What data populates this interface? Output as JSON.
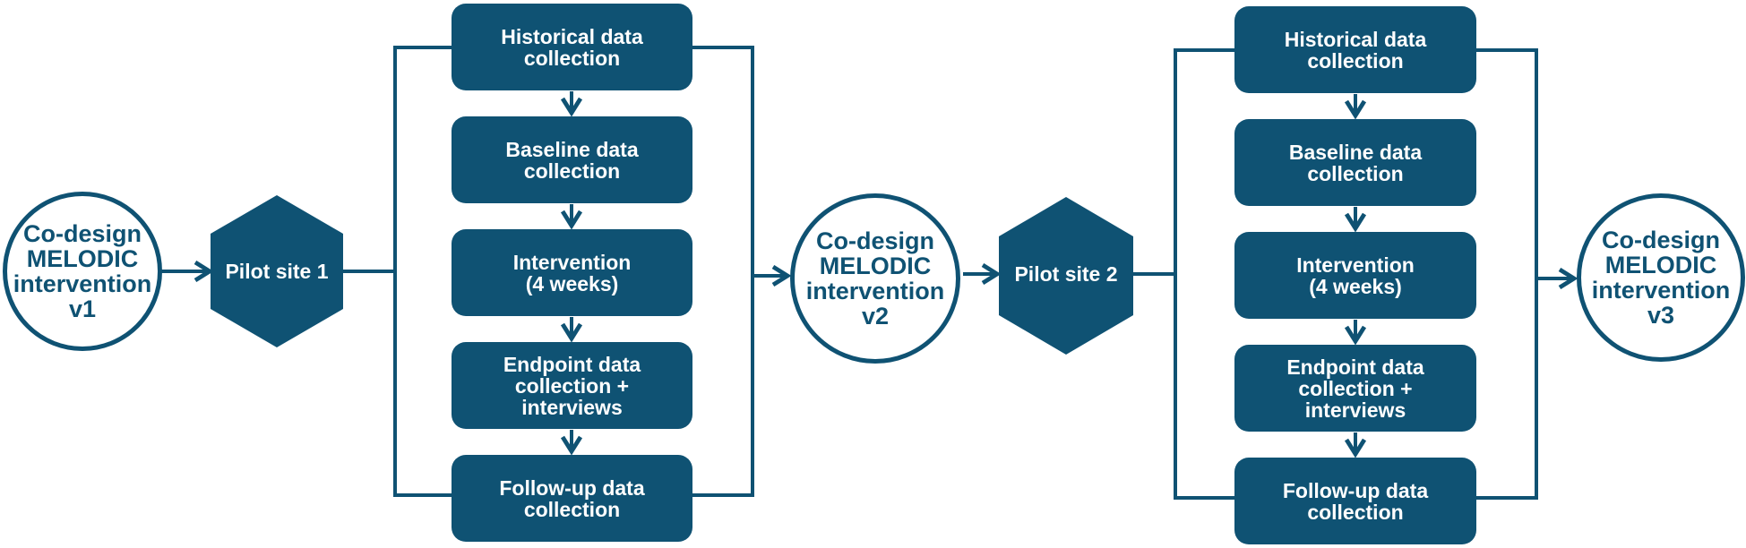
{
  "colors": {
    "primary": "#0f5273",
    "background": "#ffffff"
  },
  "codesign": [
    {
      "label": "Co-design\nMELODIC\nintervention\nv1"
    },
    {
      "label": "Co-design\nMELODIC\nintervention\nv2"
    },
    {
      "label": "Co-design\nMELODIC\nintervention\nv3"
    }
  ],
  "pilots": [
    {
      "label": "Pilot site 1"
    },
    {
      "label": "Pilot site 2"
    }
  ],
  "steps": [
    {
      "label": "Historical data\ncollection"
    },
    {
      "label": "Baseline data\ncollection"
    },
    {
      "label": "Intervention\n(4 weeks)"
    },
    {
      "label": "Endpoint data\ncollection +\ninterviews"
    },
    {
      "label": "Follow-up data\ncollection"
    }
  ]
}
